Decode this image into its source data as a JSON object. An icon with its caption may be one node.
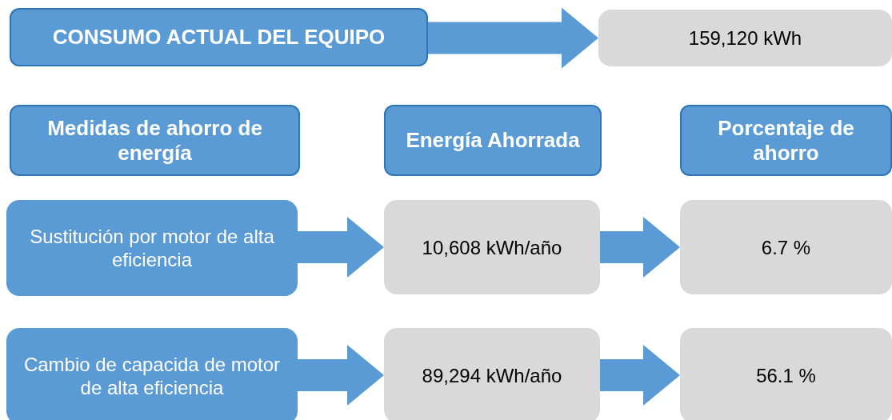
{
  "diagram": {
    "nodes": [
      {
        "text": [
          "CONSUMO ACTUAL DEL EQUIPO"
        ]
      },
      {
        "text": [
          "159,120 kWh"
        ]
      },
      {
        "text": [
          "Medidas de ahorro de energía"
        ]
      },
      {
        "text": [
          "Energía Ahorrada"
        ]
      },
      {
        "text": [
          "Porcentaje de ahorro"
        ]
      },
      {
        "text": [
          "Sustitución por motor de alta eficiencia"
        ]
      },
      {
        "text": [
          "10,608 kWh/año"
        ]
      },
      {
        "text": [
          "6.7 %"
        ]
      },
      {
        "text": [
          "Cambio de capacida de motor de alta eficiencia"
        ]
      },
      {
        "text": [
          "89,294 kWh/año"
        ]
      },
      {
        "text": [
          "56.1 %"
        ]
      }
    ],
    "edges": [
      {
        "from": 0,
        "to": 1,
        "arrow": "to"
      },
      {
        "from": 5,
        "to": 6,
        "arrow": "to"
      },
      {
        "from": 6,
        "to": 7,
        "arrow": "to"
      },
      {
        "from": 8,
        "to": 9,
        "arrow": "to"
      },
      {
        "from": 9,
        "to": 10,
        "arrow": "to"
      }
    ]
  }
}
